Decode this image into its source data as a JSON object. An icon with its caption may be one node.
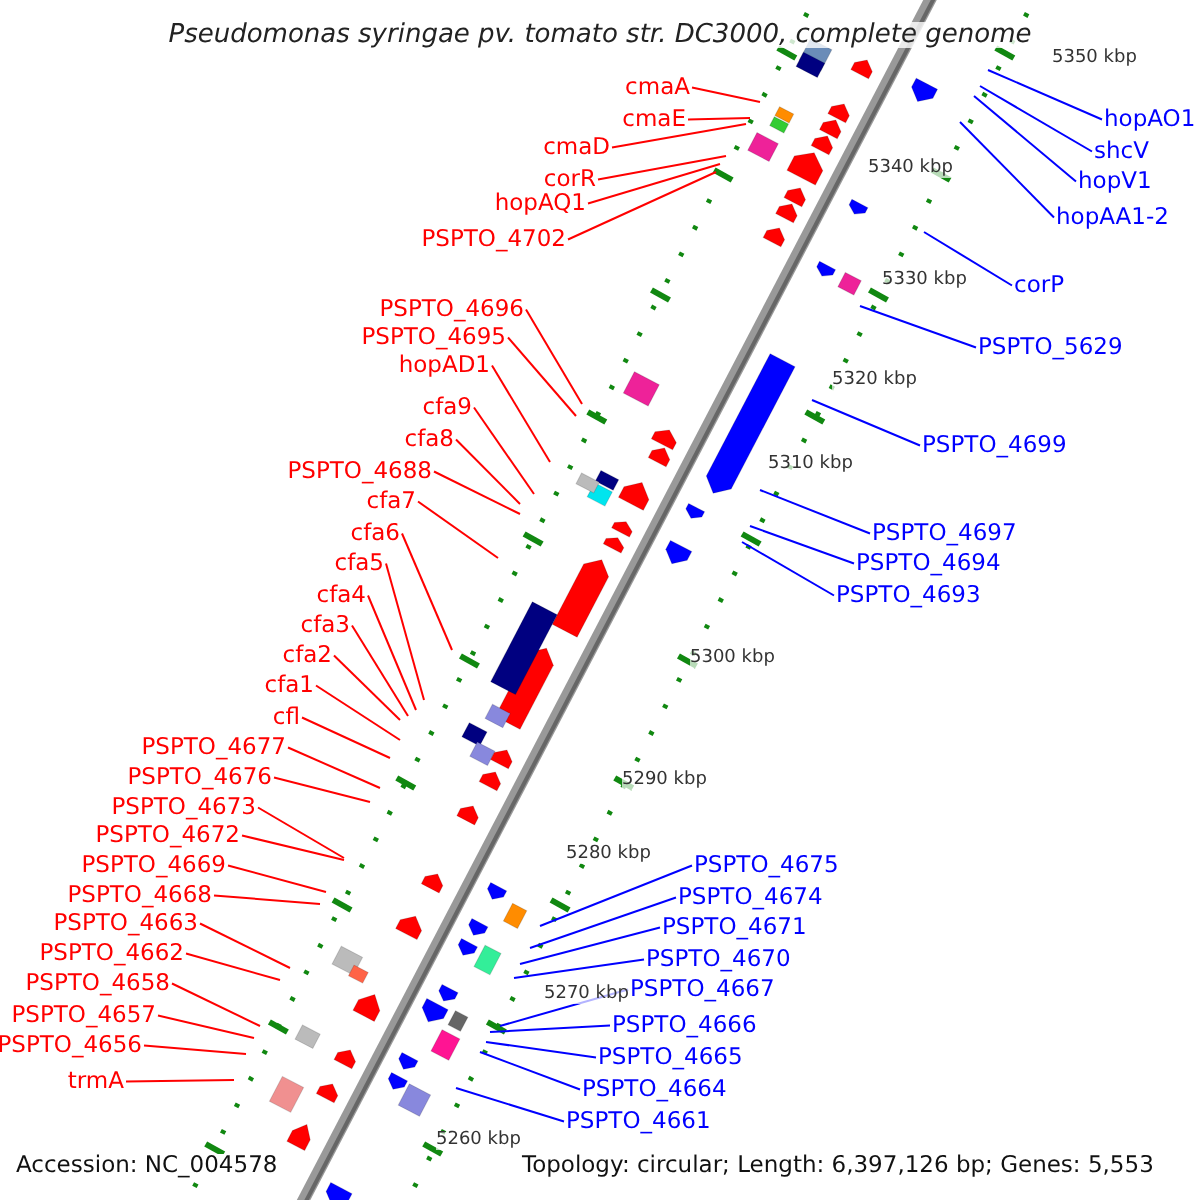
{
  "diagram": {
    "title": "Pseudomonas syringae pv. tomato str. DC3000, complete genome",
    "nodes": [
      {
        "text": [
          "cmaA"
        ]
      },
      {
        "text": [
          "cmaE"
        ]
      },
      {
        "text": [
          "cmaD"
        ]
      },
      {
        "text": [
          "corR"
        ]
      },
      {
        "text": [
          "hopAQ1"
        ]
      },
      {
        "text": [
          "PSPTO_4702"
        ]
      },
      {
        "text": [
          "PSPTO_4696"
        ]
      },
      {
        "text": [
          "PSPTO_4695"
        ]
      },
      {
        "text": [
          "hopAD1"
        ]
      },
      {
        "text": [
          "cfa9"
        ]
      },
      {
        "text": [
          "cfa8"
        ]
      },
      {
        "text": [
          "PSPTO_4688"
        ]
      },
      {
        "text": [
          "cfa7"
        ]
      },
      {
        "text": [
          "cfa6"
        ]
      },
      {
        "text": [
          "cfa5"
        ]
      },
      {
        "text": [
          "cfa4"
        ]
      },
      {
        "text": [
          "cfa3"
        ]
      },
      {
        "text": [
          "cfa2"
        ]
      },
      {
        "text": [
          "cfa1"
        ]
      },
      {
        "text": [
          "cfl"
        ]
      },
      {
        "text": [
          "PSPTO_4677"
        ]
      },
      {
        "text": [
          "PSPTO_4676"
        ]
      },
      {
        "text": [
          "PSPTO_4673"
        ]
      },
      {
        "text": [
          "PSPTO_4672"
        ]
      },
      {
        "text": [
          "PSPTO_4669"
        ]
      },
      {
        "text": [
          "PSPTO_4668"
        ]
      },
      {
        "text": [
          "PSPTO_4663"
        ]
      },
      {
        "text": [
          "PSPTO_4662"
        ]
      },
      {
        "text": [
          "PSPTO_4658"
        ]
      },
      {
        "text": [
          "PSPTO_4657"
        ]
      },
      {
        "text": [
          "PSPTO_4656"
        ]
      },
      {
        "text": [
          "trmA"
        ]
      },
      {
        "text": [
          "hopAO1"
        ]
      },
      {
        "text": [
          "shcV"
        ]
      },
      {
        "text": [
          "hopV1"
        ]
      },
      {
        "text": [
          "hopAA1-2"
        ]
      },
      {
        "text": [
          "corP"
        ]
      },
      {
        "text": [
          "PSPTO_5629"
        ]
      },
      {
        "text": [
          "PSPTO_4699"
        ]
      },
      {
        "text": [
          "PSPTO_4697"
        ]
      },
      {
        "text": [
          "PSPTO_4694"
        ]
      },
      {
        "text": [
          "PSPTO_4693"
        ]
      },
      {
        "text": [
          "PSPTO_4675"
        ]
      },
      {
        "text": [
          "PSPTO_4674"
        ]
      },
      {
        "text": [
          "PSPTO_4671"
        ]
      },
      {
        "text": [
          "PSPTO_4670"
        ]
      },
      {
        "text": [
          "PSPTO_4667"
        ]
      },
      {
        "text": [
          "PSPTO_4666"
        ]
      },
      {
        "text": [
          "PSPTO_4665"
        ]
      },
      {
        "text": [
          "PSPTO_4664"
        ]
      },
      {
        "text": [
          "PSPTO_4661"
        ]
      }
    ],
    "edges": [
      {
        "from": 0,
        "to": null,
        "arrow": "none"
      },
      {
        "from": 1,
        "to": null,
        "arrow": "none"
      },
      {
        "from": 2,
        "to": null,
        "arrow": "none"
      },
      {
        "from": 3,
        "to": null,
        "arrow": "none"
      },
      {
        "from": 4,
        "to": null,
        "arrow": "none"
      },
      {
        "from": 5,
        "to": null,
        "arrow": "none"
      },
      {
        "from": 6,
        "to": null,
        "arrow": "none"
      },
      {
        "from": 7,
        "to": null,
        "arrow": "none"
      },
      {
        "from": 8,
        "to": null,
        "arrow": "none"
      },
      {
        "from": 9,
        "to": null,
        "arrow": "none"
      },
      {
        "from": 10,
        "to": null,
        "arrow": "none"
      },
      {
        "from": 11,
        "to": null,
        "arrow": "none"
      },
      {
        "from": 12,
        "to": null,
        "arrow": "none"
      },
      {
        "from": 13,
        "to": null,
        "arrow": "none"
      },
      {
        "from": 14,
        "to": null,
        "arrow": "none"
      },
      {
        "from": 15,
        "to": null,
        "arrow": "none"
      },
      {
        "from": 16,
        "to": null,
        "arrow": "none"
      },
      {
        "from": 17,
        "to": null,
        "arrow": "none"
      },
      {
        "from": 18,
        "to": null,
        "arrow": "none"
      },
      {
        "from": 19,
        "to": null,
        "arrow": "none"
      },
      {
        "from": 20,
        "to": null,
        "arrow": "none"
      },
      {
        "from": 21,
        "to": null,
        "arrow": "none"
      },
      {
        "from": 22,
        "to": null,
        "arrow": "none"
      },
      {
        "from": 23,
        "to": null,
        "arrow": "none"
      },
      {
        "from": 24,
        "to": null,
        "arrow": "none"
      },
      {
        "from": 25,
        "to": null,
        "arrow": "none"
      },
      {
        "from": 26,
        "to": null,
        "arrow": "none"
      },
      {
        "from": 27,
        "to": null,
        "arrow": "none"
      },
      {
        "from": 28,
        "to": null,
        "arrow": "none"
      },
      {
        "from": 29,
        "to": null,
        "arrow": "none"
      },
      {
        "from": 30,
        "to": null,
        "arrow": "none"
      },
      {
        "from": 31,
        "to": null,
        "arrow": "none"
      },
      {
        "from": 32,
        "to": null,
        "arrow": "none",
        "color": "#0000ff"
      },
      {
        "from": 33,
        "to": null,
        "arrow": "none",
        "color": "#0000ff"
      },
      {
        "from": 34,
        "to": null,
        "arrow": "none",
        "color": "#0000ff"
      },
      {
        "from": 35,
        "to": null,
        "arrow": "none",
        "color": "#0000ff"
      },
      {
        "from": 36,
        "to": null,
        "arrow": "none",
        "color": "#0000ff"
      },
      {
        "from": 37,
        "to": null,
        "arrow": "none",
        "color": "#0000ff"
      },
      {
        "from": 38,
        "to": null,
        "arrow": "none",
        "color": "#0000ff"
      },
      {
        "from": 39,
        "to": null,
        "arrow": "none",
        "color": "#0000ff"
      },
      {
        "from": 40,
        "to": null,
        "arrow": "none",
        "color": "#0000ff"
      },
      {
        "from": 41,
        "to": null,
        "arrow": "none",
        "color": "#0000ff"
      },
      {
        "from": 42,
        "to": null,
        "arrow": "none",
        "color": "#0000ff"
      },
      {
        "from": 43,
        "to": null,
        "arrow": "none",
        "color": "#0000ff"
      },
      {
        "from": 44,
        "to": null,
        "arrow": "none",
        "color": "#0000ff"
      },
      {
        "from": 45,
        "to": null,
        "arrow": "none",
        "color": "#0000ff"
      },
      {
        "from": 46,
        "to": null,
        "arrow": "none",
        "color": "#0000ff"
      },
      {
        "from": 47,
        "to": null,
        "arrow": "none",
        "color": "#0000ff"
      },
      {
        "from": 48,
        "to": null,
        "arrow": "none",
        "color": "#0000ff"
      },
      {
        "from": 49,
        "to": null,
        "arrow": "none",
        "color": "#0000ff"
      },
      {
        "from": 50,
        "to": null,
        "arrow": "none",
        "color": "#0000ff"
      }
    ],
    "labels": [
      "5350 kbp",
      "5340 kbp",
      "5330 kbp",
      "5320 kbp",
      "5310 kbp",
      "5300 kbp",
      "5290 kbp",
      "5280 kbp",
      "5270 kbp",
      "5260 kbp",
      "Accession: NC_004578",
      "Topology: circular; Length: 6,397,126 bp; Genes: 5,553"
    ]
  }
}
